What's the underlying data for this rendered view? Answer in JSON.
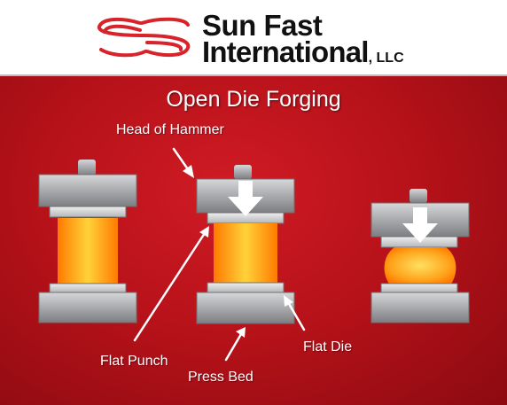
{
  "brand": {
    "name_line1": "Sun Fast",
    "name_line2": "International",
    "suffix": ", LLC",
    "logo_color": "#d8232a"
  },
  "title": "Open Die Forging",
  "labels": {
    "head_of_hammer": "Head of Hammer",
    "flat_punch": "Flat Punch",
    "press_bed": "Press Bed",
    "flat_die": "Flat Die"
  },
  "colors": {
    "background": "#b8121a",
    "steel": "#a9aaad",
    "hot_metal": "#ff9a1a",
    "arrow": "#ffffff"
  },
  "stages": [
    "before-press",
    "during-press",
    "after-press"
  ]
}
